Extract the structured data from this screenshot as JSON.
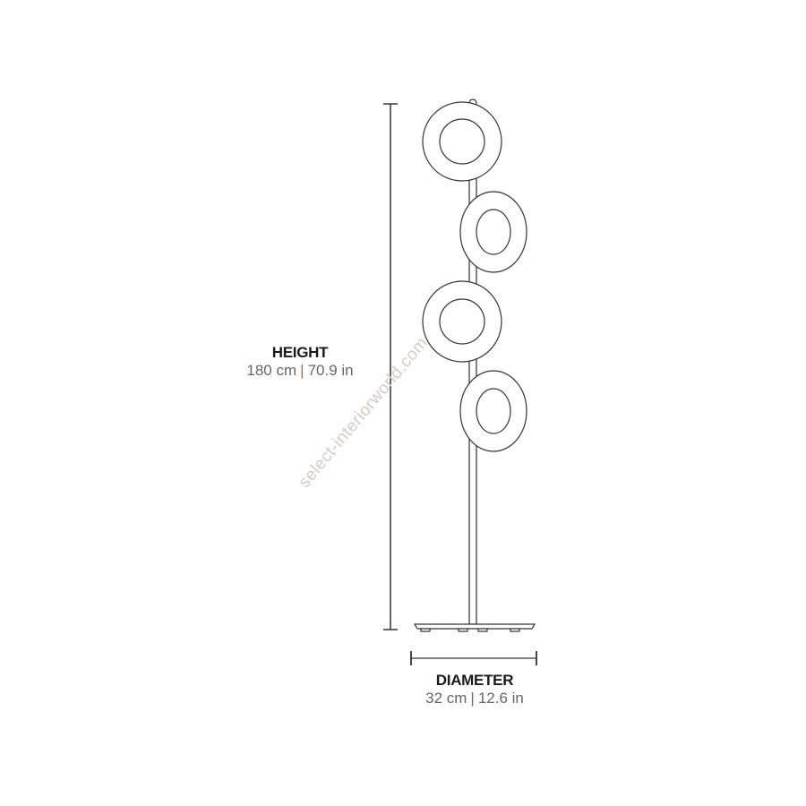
{
  "height": {
    "title": "HEIGHT",
    "cm": "180 cm",
    "separator": "|",
    "in": "70.9 in"
  },
  "diameter": {
    "title": "DIAMETER",
    "cm": "32 cm",
    "separator": "|",
    "in": "12.6 in"
  },
  "watermark": "select-interiorworld.com"
}
